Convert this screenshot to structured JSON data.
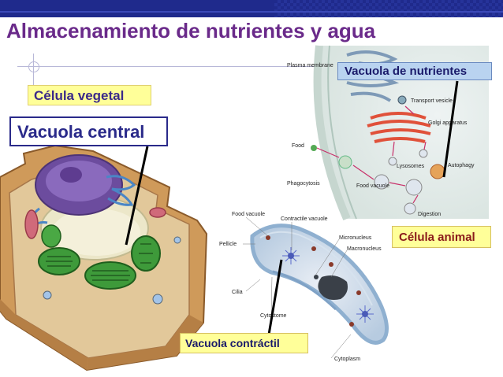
{
  "title": "Almacenamiento de nutrientes y agua",
  "labels": {
    "celula_vegetal": "Célula vegetal",
    "vacuola_central": "Vacuola central",
    "vacuola_nutrientes": "Vacuola de nutrientes",
    "celula_animal": "Célula animal",
    "vacuola_contractil": "Vacuola contráctil"
  },
  "animal_cell_labels": {
    "plasma_membrane": "Plasma membrane",
    "transport_vesicle": "Transport vesicle",
    "golgi_apparatus": "Golgi apparatus",
    "food": "Food",
    "phagocytosis": "Phagocytosis",
    "lysosomes": "Lysosomes",
    "autophagy": "Autophagy",
    "food_vacuole": "Food vacuole",
    "digestion": "Digestion"
  },
  "paramecium_labels": {
    "food_vacuole": "Food vacuole",
    "contractile_vacuole": "Contractile vacuole",
    "pellicle": "Pellicle",
    "micronucleus": "Micronucleus",
    "macronucleus": "Macronucleus",
    "cilia": "Cilia",
    "cytostome": "Cytostome",
    "cytoplasm": "Cytoplasm"
  },
  "colors": {
    "title": "#6a2a8a",
    "header_bar": "#1f2a8c",
    "yellow_label": "#ffff99",
    "blue_label": "#b9d3f0"
  }
}
